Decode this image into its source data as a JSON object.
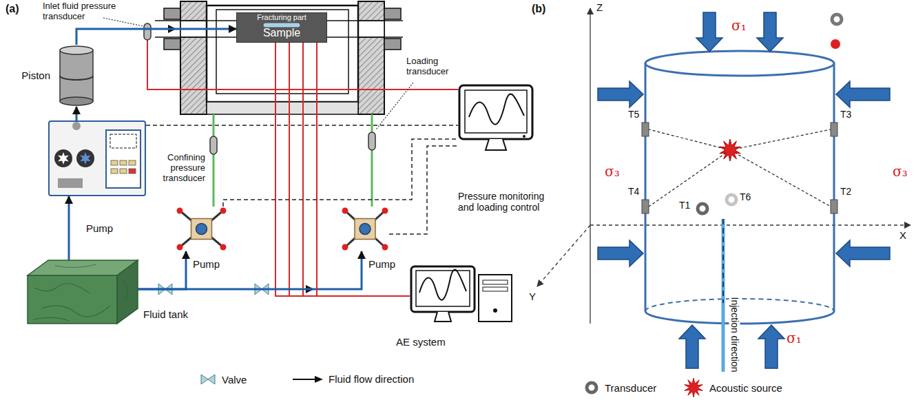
{
  "diagram": {
    "nodes": [
      {
        "text": [
          "Piston"
        ]
      },
      {
        "text": [
          "Pump"
        ]
      },
      {
        "text": [
          "Fracturing part",
          "Sample"
        ]
      },
      {
        "text": [
          "Pump"
        ]
      },
      {
        "text": [
          "Pump"
        ]
      },
      {
        "text": [
          "Pressure monitoring and loading control"
        ]
      },
      {
        "text": [
          "Fluid tank"
        ]
      },
      {
        "text": [
          "AE system"
        ]
      }
    ],
    "edges": [
      {
        "from": 6,
        "to": 1,
        "arrow": "to"
      },
      {
        "from": 1,
        "to": 0,
        "arrow": "to"
      },
      {
        "from": 0,
        "to": 2,
        "arrow": "to"
      },
      {
        "from": 6,
        "to": 3,
        "arrow": "to"
      },
      {
        "from": 6,
        "to": 4,
        "arrow": "to"
      },
      {
        "from": 2,
        "to": 7,
        "arrow": "none"
      },
      {
        "from": 1,
        "to": 5,
        "arrow": "none"
      },
      {
        "from": 3,
        "to": 5,
        "arrow": "none"
      },
      {
        "from": 4,
        "to": 5,
        "arrow": "none"
      }
    ],
    "labels": [
      "(a)",
      "Inlet fluid pressure transducer",
      "Loading transducer",
      "Confining pressure transducer",
      "(b)",
      "Z",
      "σ₁",
      "T5",
      "T3",
      "σ₃",
      "σ₃",
      "T1",
      "T6",
      "T4",
      "T2",
      "X",
      "Y",
      "Injection direction",
      "σ₁"
    ],
    "legend": [
      {
        "text": "Valve"
      },
      {
        "text": "Fluid flow direction"
      },
      {
        "text": "Transducer"
      },
      {
        "text": "Acoustic source"
      }
    ]
  }
}
